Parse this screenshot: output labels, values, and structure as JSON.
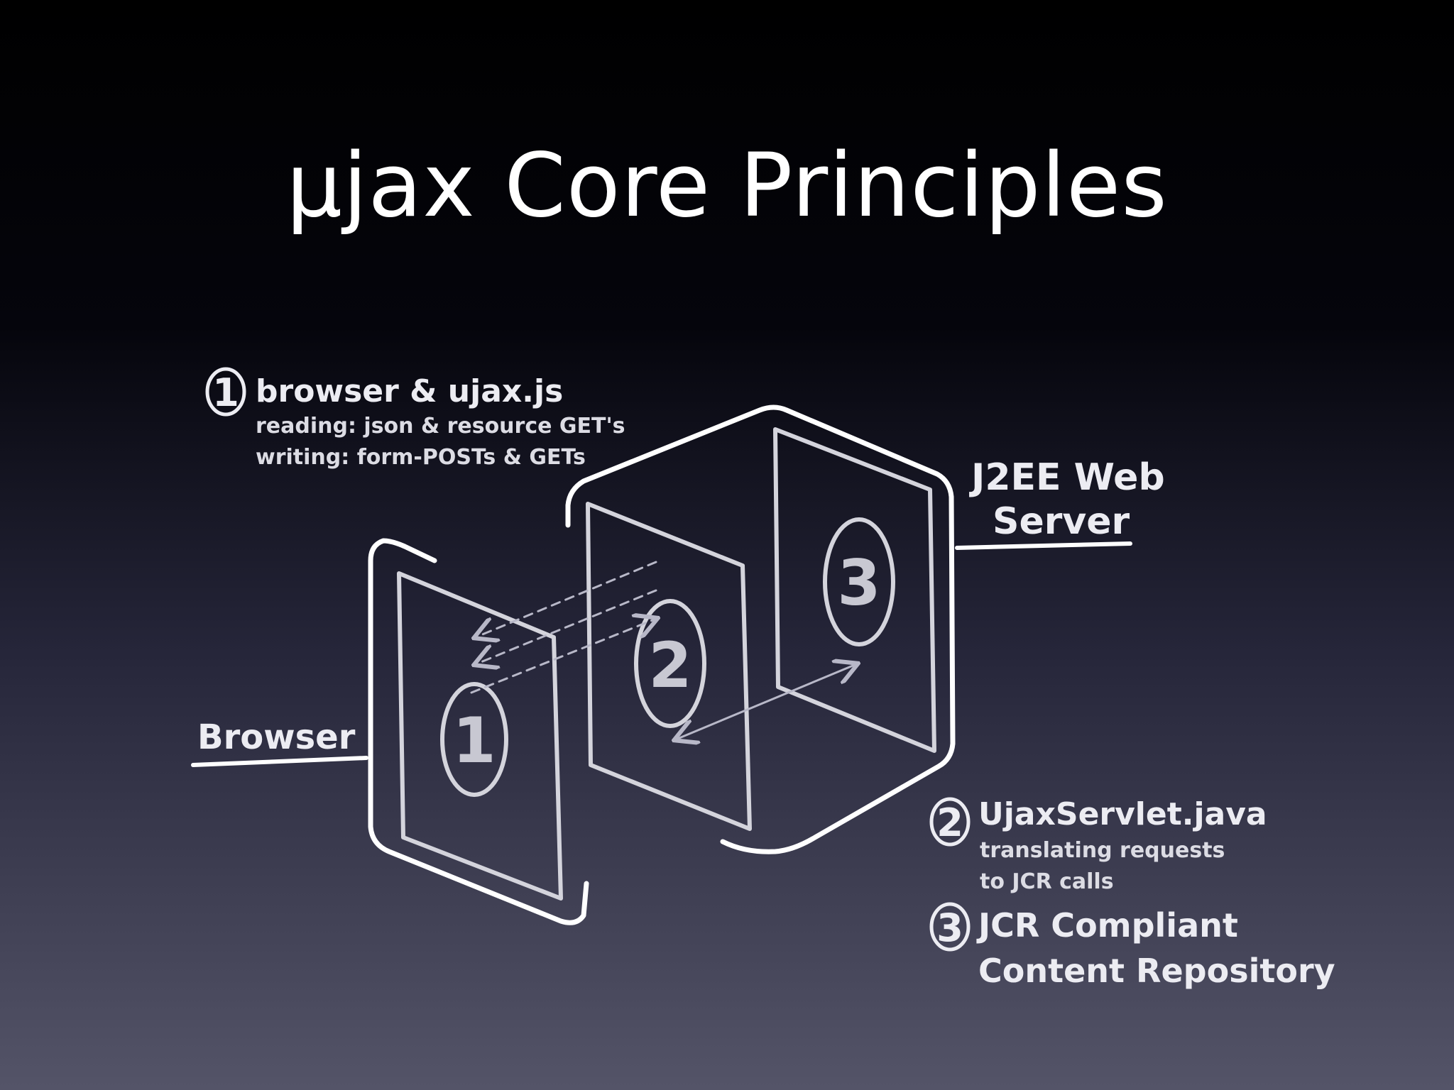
{
  "title": "μjax Core Principles",
  "labels": {
    "browser": "Browser",
    "server_line1": "J2EE Web",
    "server_line2": "Server"
  },
  "components": {
    "browser_num": "1",
    "servlet_num": "2",
    "repo_num": "3"
  },
  "legend": [
    {
      "num": "1",
      "heading": "browser & ujax.js",
      "lines": [
        "reading: json & resource GET's",
        "writing: form-POSTs & GETs"
      ]
    },
    {
      "num": "2",
      "heading": "UjaxServlet.java",
      "lines": [
        "translating requests",
        "to JCR calls"
      ]
    },
    {
      "num": "3",
      "heading": "JCR Compliant",
      "lines": [
        "Content Repository"
      ]
    }
  ],
  "colors": {
    "stroke": "#ffffff",
    "panel_stroke": "#d4d4dc",
    "arrow": "#b8b8c8"
  }
}
